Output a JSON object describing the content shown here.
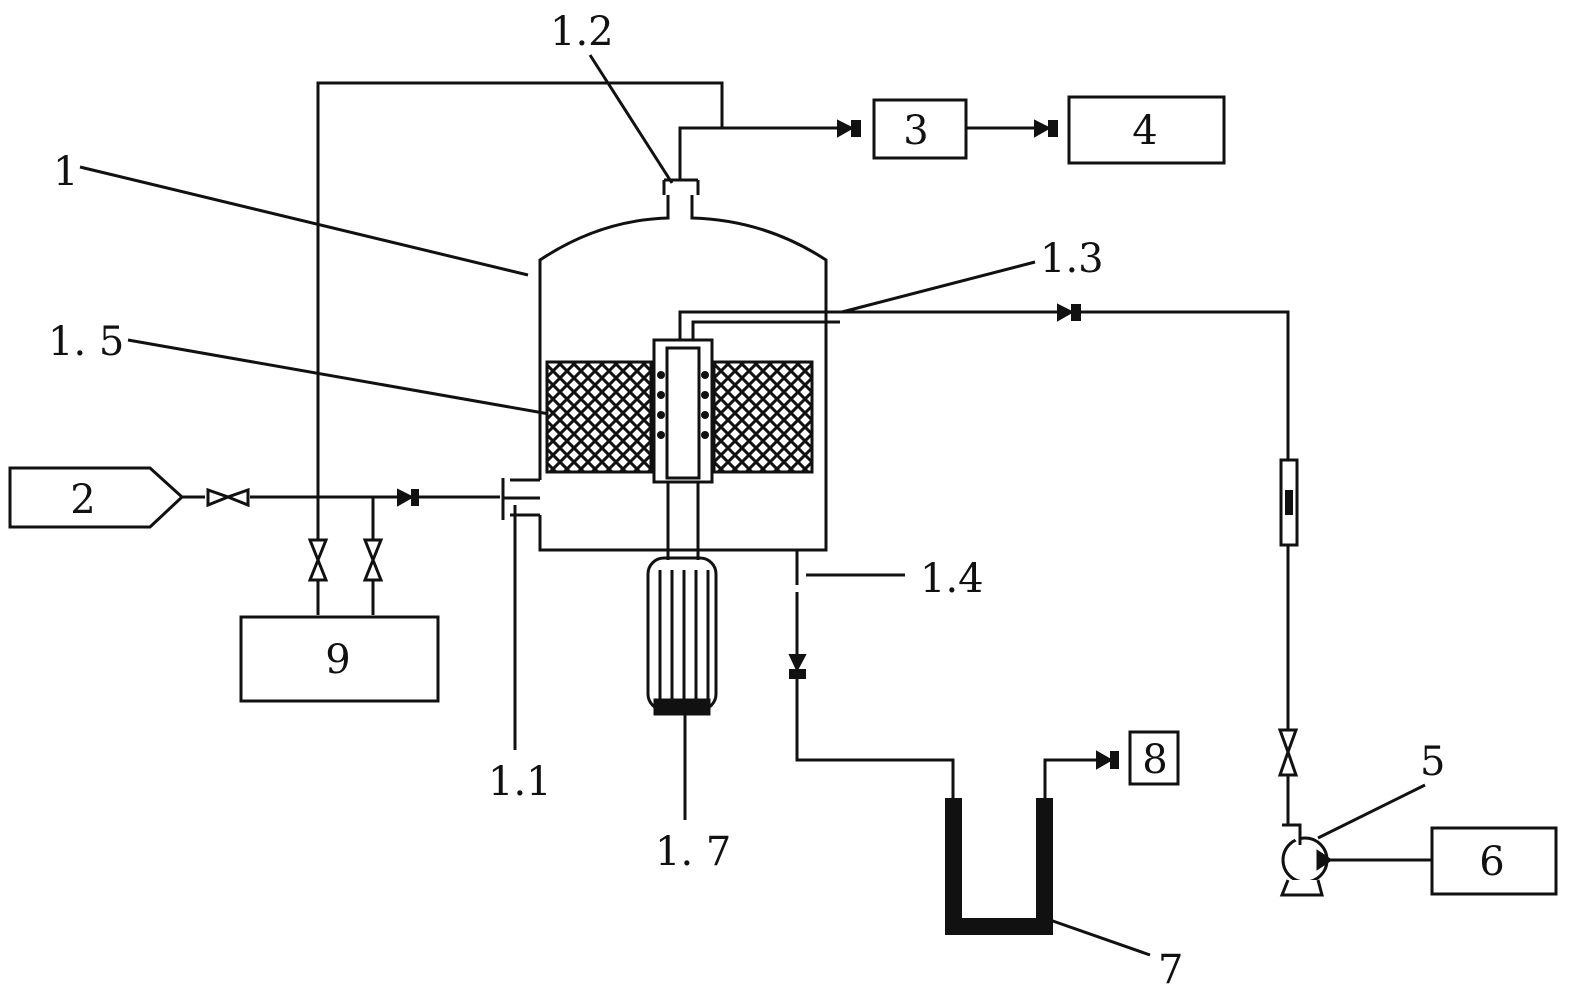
{
  "labels": {
    "reactor": "1",
    "inlet": "1.1",
    "outlet_top": "1.2",
    "side_port": "1.3",
    "bottom_port": "1.4",
    "packing": "1. 5",
    "motor": "1. 7",
    "u_tube": "7",
    "pump": "5"
  },
  "boxes": {
    "gas_source": "2",
    "unit_3": "3",
    "unit_4": "4",
    "unit_6": "6",
    "unit_8": "8",
    "unit_9": "9"
  },
  "colors": {
    "line": "#111111",
    "background": "#ffffff"
  }
}
